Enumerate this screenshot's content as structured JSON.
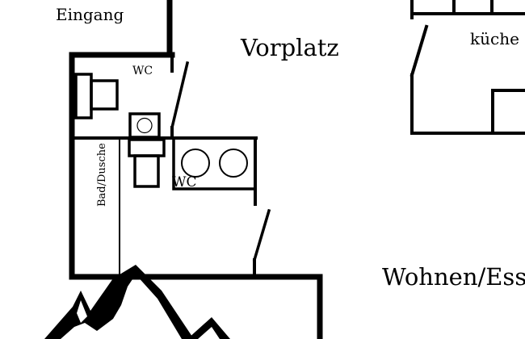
{
  "rooms": {
    "entrance": "Eingang",
    "hall": "Vorplatz",
    "wc_small": "WC",
    "wc_main": "WC",
    "bath": "Bad/Dusche",
    "kitchen": "küche",
    "living": "Wohnen/Ess"
  },
  "colors": {
    "ink": "#000000",
    "background": "#ffffff"
  }
}
